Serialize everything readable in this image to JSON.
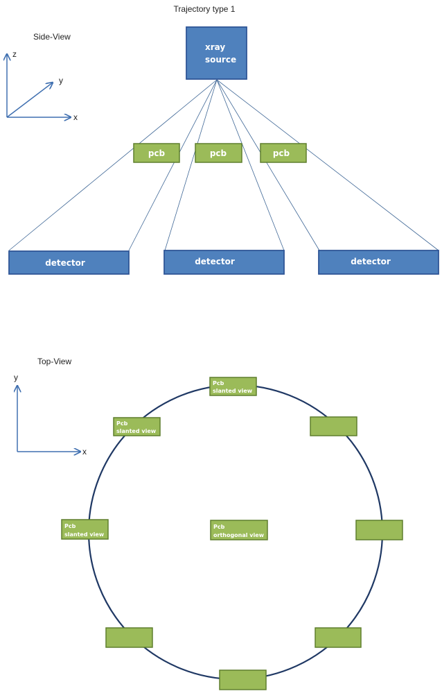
{
  "title": "Trajectory type 1",
  "side_view": {
    "label": "Side-View",
    "axes": {
      "z": "z",
      "y": "y",
      "x": "x"
    },
    "source": {
      "line1": "xray",
      "line2": "source"
    },
    "pcbs": [
      "pcb",
      "pcb",
      "pcb"
    ],
    "detectors": [
      "detector",
      "detector",
      "detector"
    ]
  },
  "top_view": {
    "label": "Top-View",
    "axes": {
      "y": "y",
      "x": "x"
    },
    "boxes": [
      {
        "line1": "Pcb",
        "line2": "slanted view"
      },
      {
        "line1": "Pcb",
        "line2": "slanted view"
      },
      {
        "line1": "Pcb",
        "line2": "slanted view"
      },
      {
        "line1": "Pcb",
        "line2": "orthogonal view"
      },
      {
        "line1": "",
        "line2": ""
      },
      {
        "line1": "",
        "line2": ""
      },
      {
        "line1": "",
        "line2": ""
      },
      {
        "line1": "",
        "line2": ""
      },
      {
        "line1": "",
        "line2": ""
      }
    ]
  },
  "colors": {
    "blue_fill": "#4f81bd",
    "blue_stroke": "#2f5597",
    "green_fill": "#9bbb59",
    "green_stroke": "#5f7f2e",
    "line": "#3f6796",
    "circle": "#1f3864"
  }
}
